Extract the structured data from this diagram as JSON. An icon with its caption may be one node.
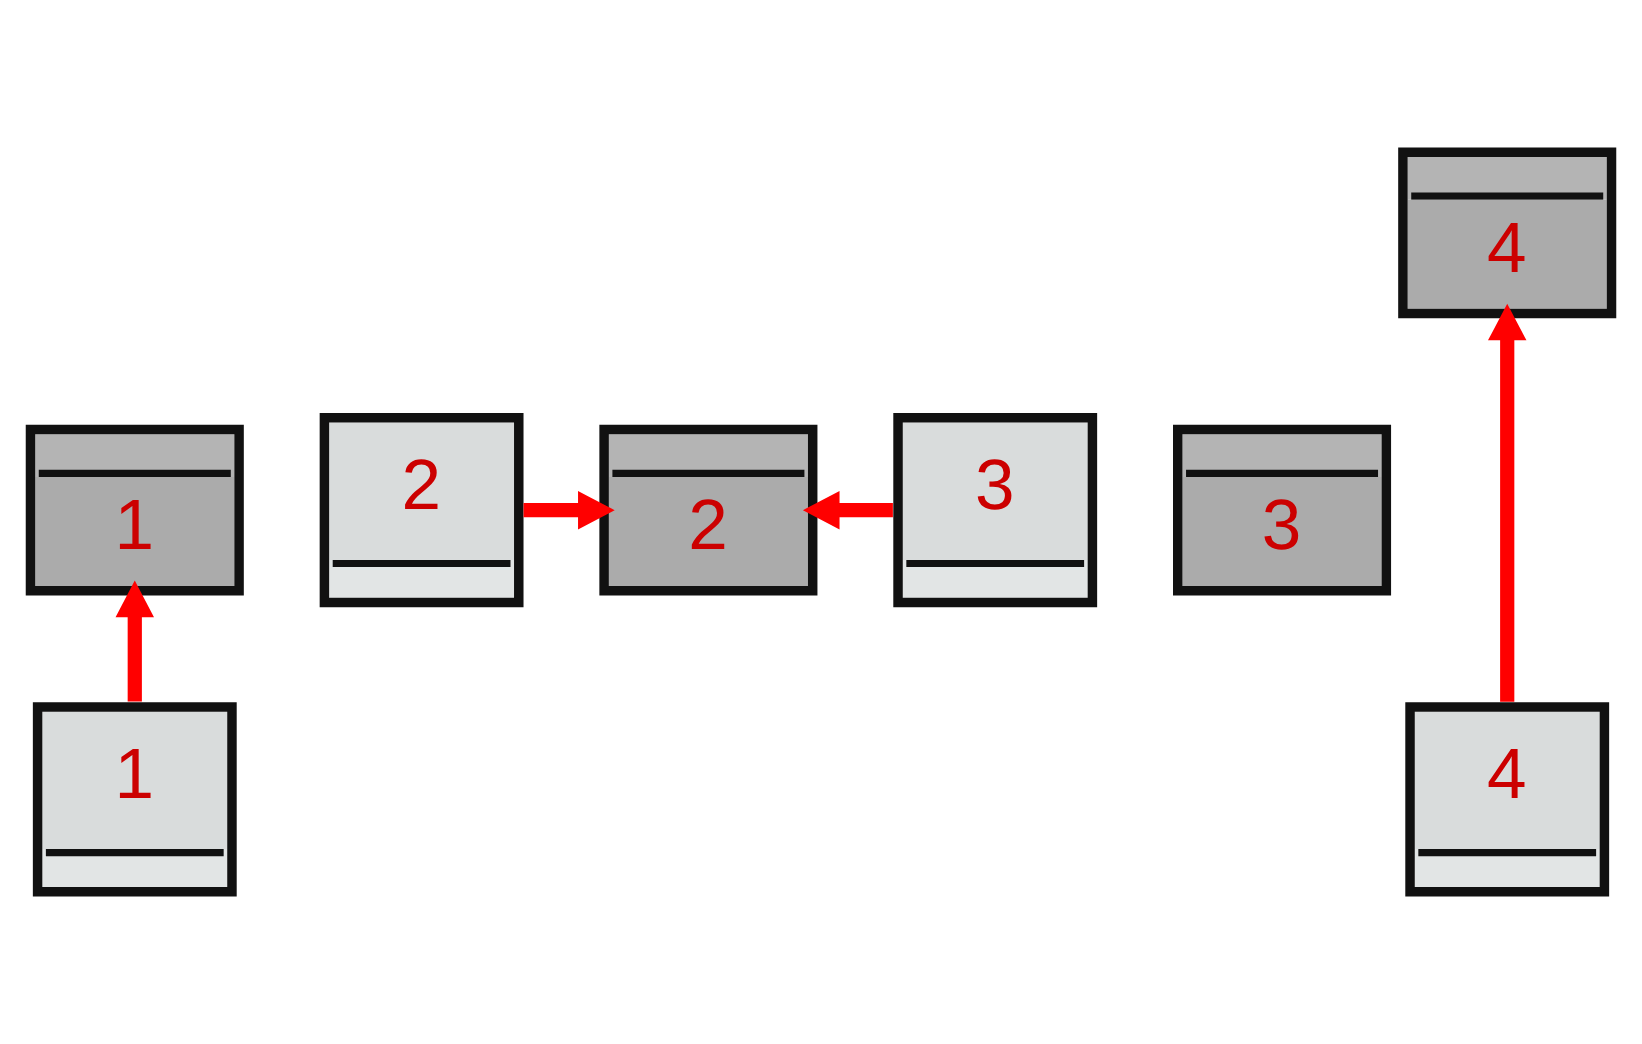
{
  "diagram": {
    "nodes": [
      {
        "text": [
          "4"
        ]
      },
      {
        "text": [
          "2"
        ]
      },
      {
        "text": [
          "1"
        ]
      },
      {
        "text": [
          "2"
        ]
      },
      {
        "text": [
          "3"
        ]
      },
      {
        "text": [
          "3"
        ]
      },
      {
        "text": [
          "1"
        ]
      },
      {
        "text": [
          "4"
        ]
      }
    ],
    "edges": [
      {
        "from": 1,
        "to": 3,
        "arrow": "to"
      },
      {
        "from": 6,
        "to": 2,
        "arrow": "to"
      },
      {
        "from": 5,
        "to": 3,
        "arrow": "to"
      },
      {
        "from": 7,
        "to": 0,
        "arrow": "to"
      }
    ]
  }
}
